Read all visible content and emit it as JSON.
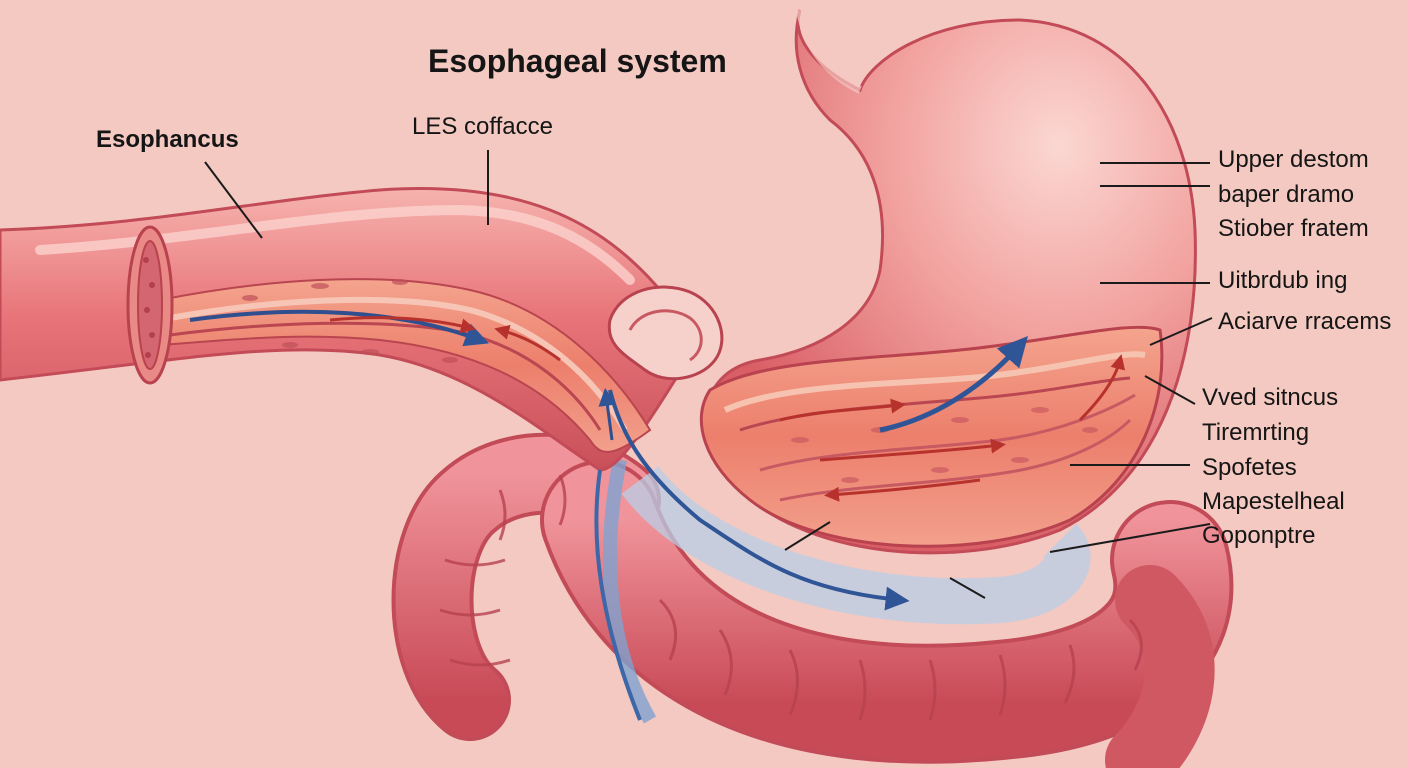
{
  "diagram": {
    "title": "Esophageal system",
    "labels": {
      "esophagus": "Esophancus",
      "les": "LES coffacce",
      "upper": "Upper destom",
      "baper": "baper dramo",
      "stiober": "Stiober fratem",
      "uitbrdub": "Uitbrdub ing",
      "aciarve": "Aciarve rracems",
      "vved": "Vved sitncus",
      "tiremrting": "Tiremrting",
      "spofetes": "Spofetes",
      "mapestelheal": "Mapestelheal",
      "goponptre": "Goponptre"
    },
    "colors": {
      "background": "#f3c9c1",
      "tissue": "#e66f74",
      "tissue_dark": "#c94a55",
      "tissue_light": "#f5b1ad",
      "mucosa": "#ef8a7a",
      "flow_blue": "#3a5f9a",
      "flow_red": "#c2332e",
      "leader_line": "#1b1b1b"
    }
  }
}
